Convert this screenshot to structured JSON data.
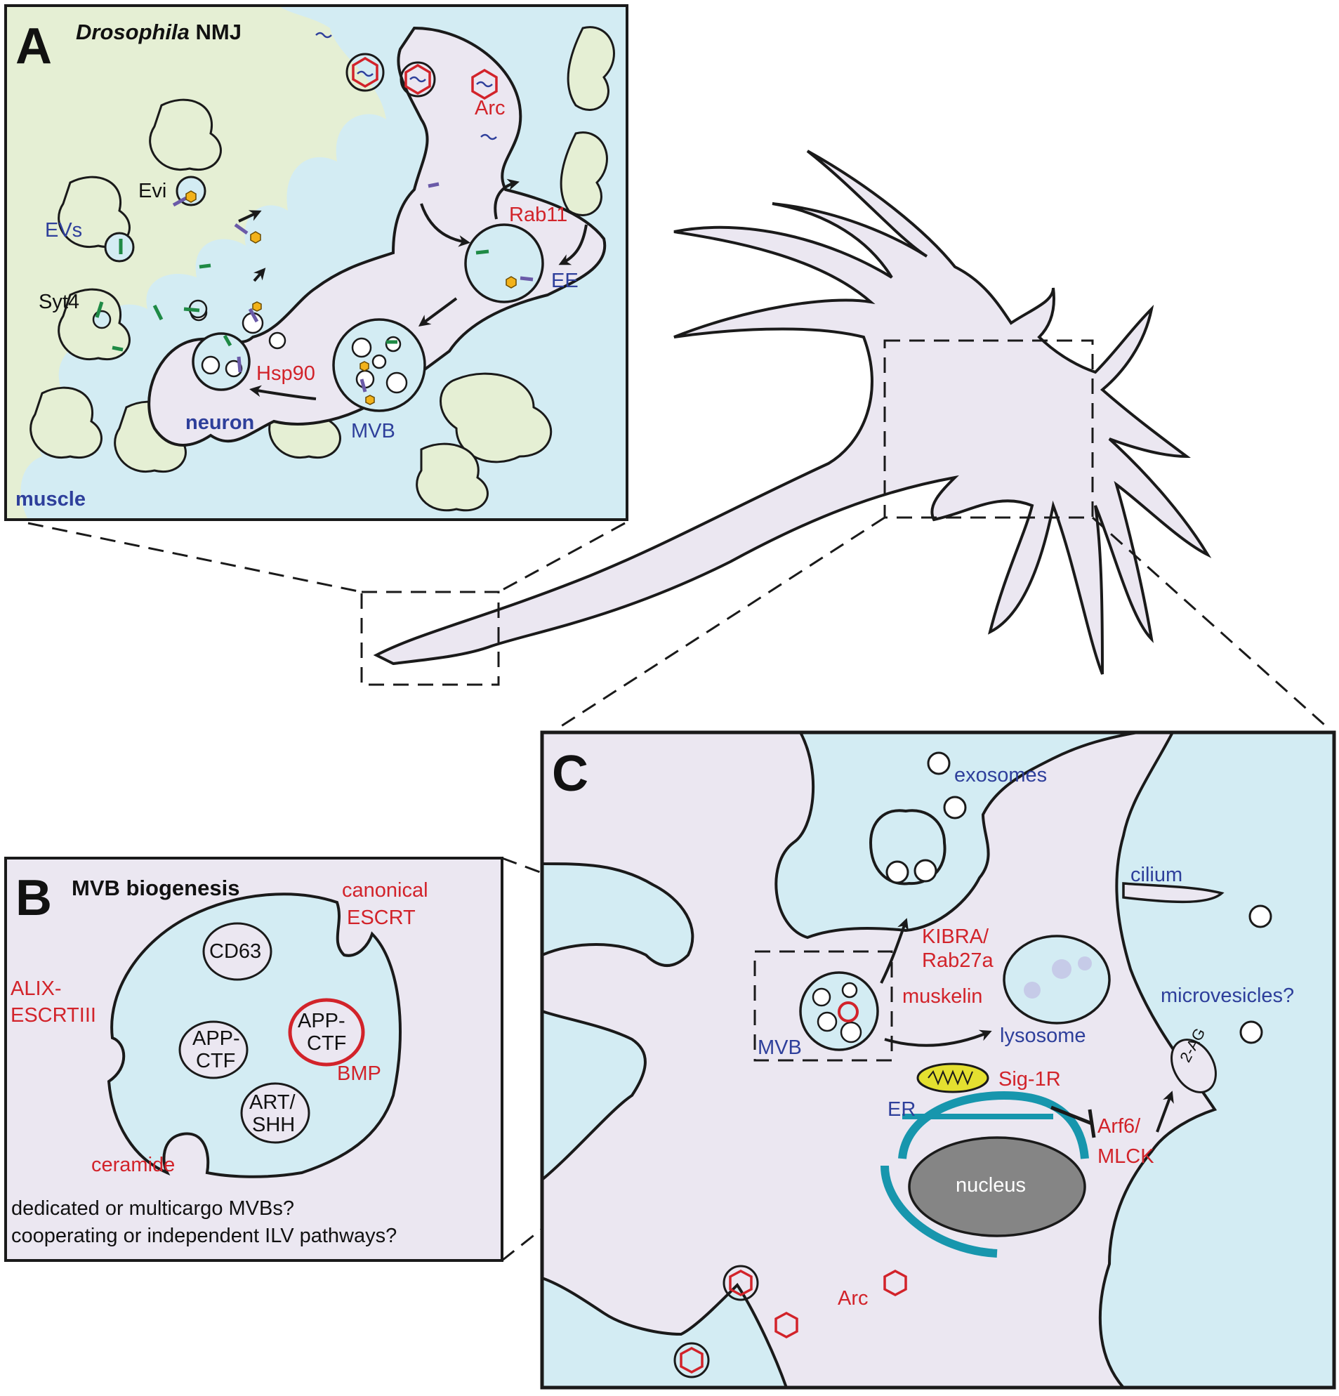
{
  "panel_a": {
    "letter": "A",
    "title_italic": "Drosophila",
    "title_rest": " NMJ",
    "labels": {
      "arc": "Arc",
      "rab11": "Rab11",
      "evi": "Evi",
      "evs": "EVs",
      "ee": "EE",
      "syt4": "Syt4",
      "hsp90": "Hsp90",
      "mvb": "MVB",
      "neuron": "neuron",
      "muscle": "muscle"
    }
  },
  "panel_b": {
    "letter": "B",
    "title": "MVB biogenesis",
    "labels": {
      "canonical_1": "canonical",
      "canonical_2": "ESCRT",
      "alix_1": "ALIX-",
      "alix_2": "ESCRTIII",
      "ceramide": "ceramide",
      "bmp": "BMP",
      "cd63": "CD63",
      "app1_1": "APP-",
      "app1_2": "CTF",
      "app2_1": "APP-",
      "app2_2": "CTF",
      "art_1": "ART/",
      "art_2": "SHH"
    },
    "question_1": "dedicated or multicargo MVBs?",
    "question_2": "cooperating or independent ILV pathways?"
  },
  "panel_c": {
    "letter": "C",
    "labels": {
      "exosomes": "exosomes",
      "cilium": "cilium",
      "kibra_1": "KIBRA/",
      "kibra_2": "Rab27a",
      "muskelin": "muskelin",
      "lysosome": "lysosome",
      "microvesicles": "microvesicles?",
      "mvb": "MVB",
      "sig1r": "Sig-1R",
      "er": "ER",
      "arf6_1": "Arf6/",
      "arf6_2": "MLCK",
      "two_ag": "2-AG",
      "nucleus": "nucleus",
      "arc": "Arc"
    }
  },
  "colors": {
    "extracellular": "#d3ecf3",
    "cytoplasm": "#ebe7f1",
    "muscle_bg": "#e5efd4",
    "label_red": "#d2232a",
    "label_blue": "#2e3f9b",
    "er_teal": "#1796ad",
    "syt4_green": "#1f8a45",
    "evi_purple": "#6a5aa8",
    "cargo_orange": "#f2b21a",
    "mito_yellow": "#e4e030",
    "nucleus_gray": "#858585"
  }
}
